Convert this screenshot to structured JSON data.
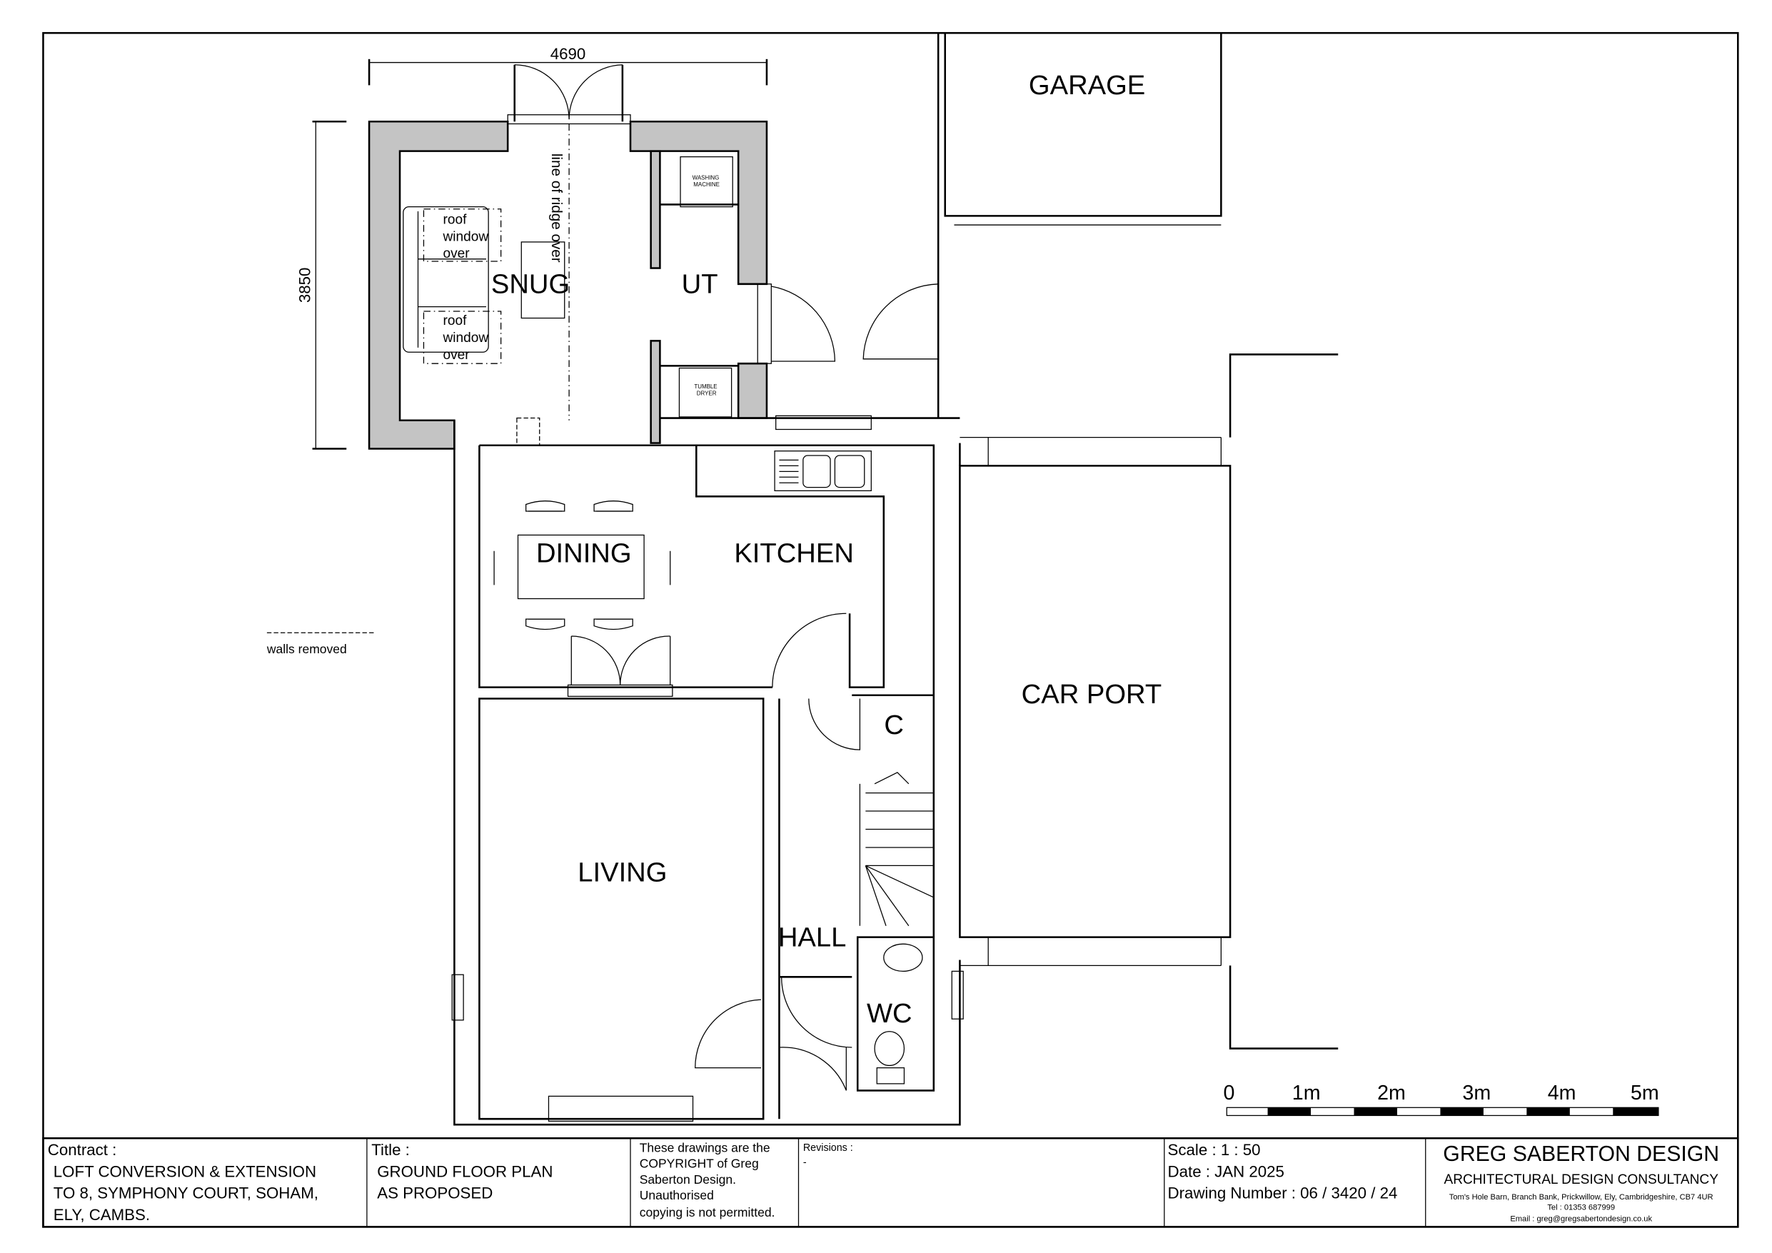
{
  "drawing": {
    "dimensions": {
      "width": "4690",
      "depth": "3850"
    },
    "rooms": {
      "garage": "GARAGE",
      "snug": "SNUG",
      "utility": "UT",
      "dining": "DINING",
      "kitchen": "KITCHEN",
      "car_port": "CAR PORT",
      "cupboard": "C",
      "living": "LIVING",
      "hall": "HALL",
      "wc": "WC"
    },
    "annotations": {
      "roof_window_1": [
        "roof",
        "window",
        "over"
      ],
      "roof_window_2": [
        "roof",
        "window",
        "over"
      ],
      "ridge_line": "line of ridge over",
      "washing_machine": [
        "WASHING",
        "MACHINE"
      ],
      "tumble_dryer": [
        "TUMBLE",
        "DRYER"
      ],
      "walls_removed": "walls removed"
    },
    "scale_bar": [
      "0",
      "1m",
      "2m",
      "3m",
      "4m",
      "5m"
    ]
  },
  "title_block": {
    "contract_label": "Contract :",
    "contract_lines": [
      "LOFT CONVERSION & EXTENSION",
      "TO 8, SYMPHONY COURT, SOHAM,",
      "ELY, CAMBS."
    ],
    "title_label": "Title :",
    "title_lines": [
      "GROUND FLOOR PLAN",
      "AS PROPOSED"
    ],
    "copyright_lines": [
      "These drawings are the",
      "COPYRIGHT of Greg",
      "Saberton Design.",
      "Unauthorised",
      "copying is not permitted."
    ],
    "revisions_label": "Revisions :",
    "revisions_value": "-",
    "scale": "Scale : 1 : 50",
    "date": "Date : JAN 2025",
    "drawing_number": "Drawing Number : 06 / 3420 / 24",
    "company": "GREG SABERTON DESIGN",
    "company_tagline": "ARCHITECTURAL DESIGN CONSULTANCY",
    "address": "Tom's Hole Barn, Branch Bank, Prickwillow, Ely, Cambridgeshire, CB7 4UR",
    "tel": "Tel : 01353 687999",
    "email": "Email : greg@gregsabertondesign.co.uk"
  }
}
